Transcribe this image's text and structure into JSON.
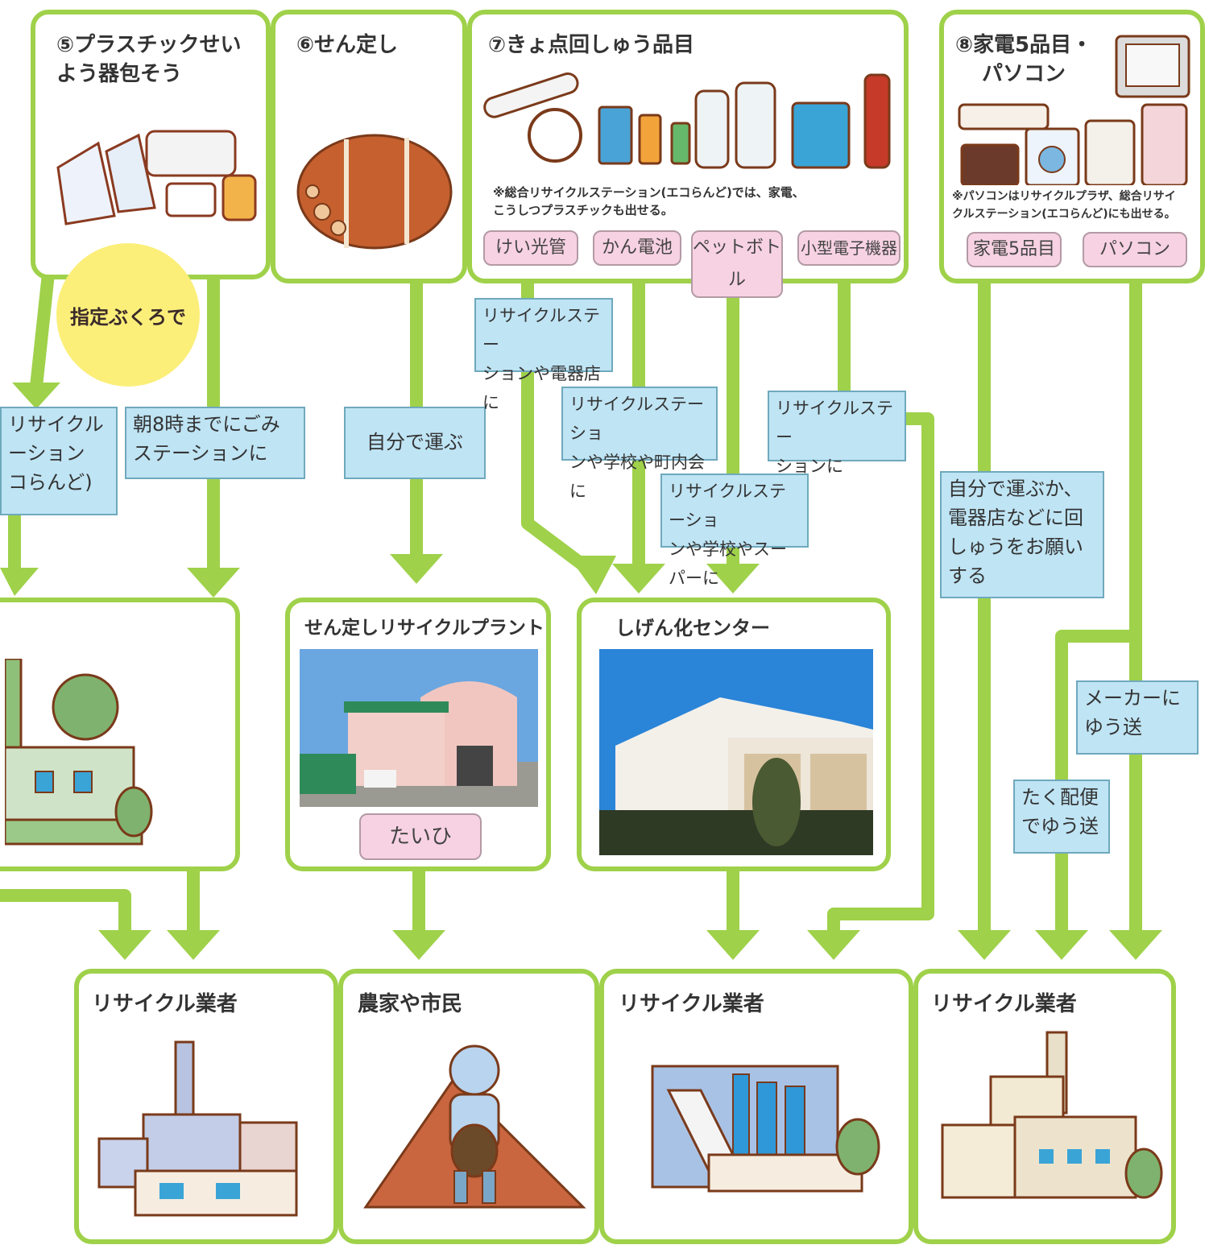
{
  "colors": {
    "line": "#9fd14a",
    "label_bg": "#bfe4f4",
    "pill_bg": "#f7d2e2",
    "badge": "#fbef7a"
  },
  "top": {
    "plastic": {
      "title": "⑤プラスチックせい\nよう器包そう",
      "badge": "指定ぶくろで"
    },
    "pruning": {
      "title": "⑥せん定し"
    },
    "points": {
      "title": "⑦きょ点回しゅう品目",
      "note": "※総合リサイクルステーション(エコらんど)では、家電、\nこうしつプラスチックも出せる。",
      "pills": [
        "けい光管",
        "かん電池",
        "ペットボトル",
        "小型電子機器"
      ]
    },
    "appliances": {
      "title": "⑧家電5品目・\nパソコン",
      "note": "※パソコンはリサイクルプラザ、総合リサイ\nクルステーション(エコらんど)にも出せる。",
      "pills": [
        "家電5品目",
        "パソコン"
      ]
    }
  },
  "labels": {
    "station_left": "リサイクル\nーション\nコらんど)",
    "morning": "朝8時までにごみ\nステーションに",
    "self_carry": "自分で運ぶ",
    "station_shop": "リサイクルステー\nションや電器店に",
    "station_school_town": "リサイクルステーショ\nンや学校や町内会に",
    "station_only": "リサイクルステー\nションに",
    "station_school_super": "リサイクルステーショ\nンや学校やスーパーに",
    "self_or_shop": "自分で運ぶか、\n電器店などに回\nしゅうをお願い\nする",
    "maker": "メーカーに\nゆう送",
    "courier": "たく配便\nでゆう送"
  },
  "middle": {
    "plant": {
      "title": "せん定しリサイクルプラント",
      "pill": "たいひ"
    },
    "center": {
      "title": "しげん化センター"
    }
  },
  "bottom": {
    "recycler1": "リサイクル業者",
    "farmers": "農家や市民",
    "recycler2": "リサイクル業者",
    "recycler3": "リサイクル業者"
  }
}
